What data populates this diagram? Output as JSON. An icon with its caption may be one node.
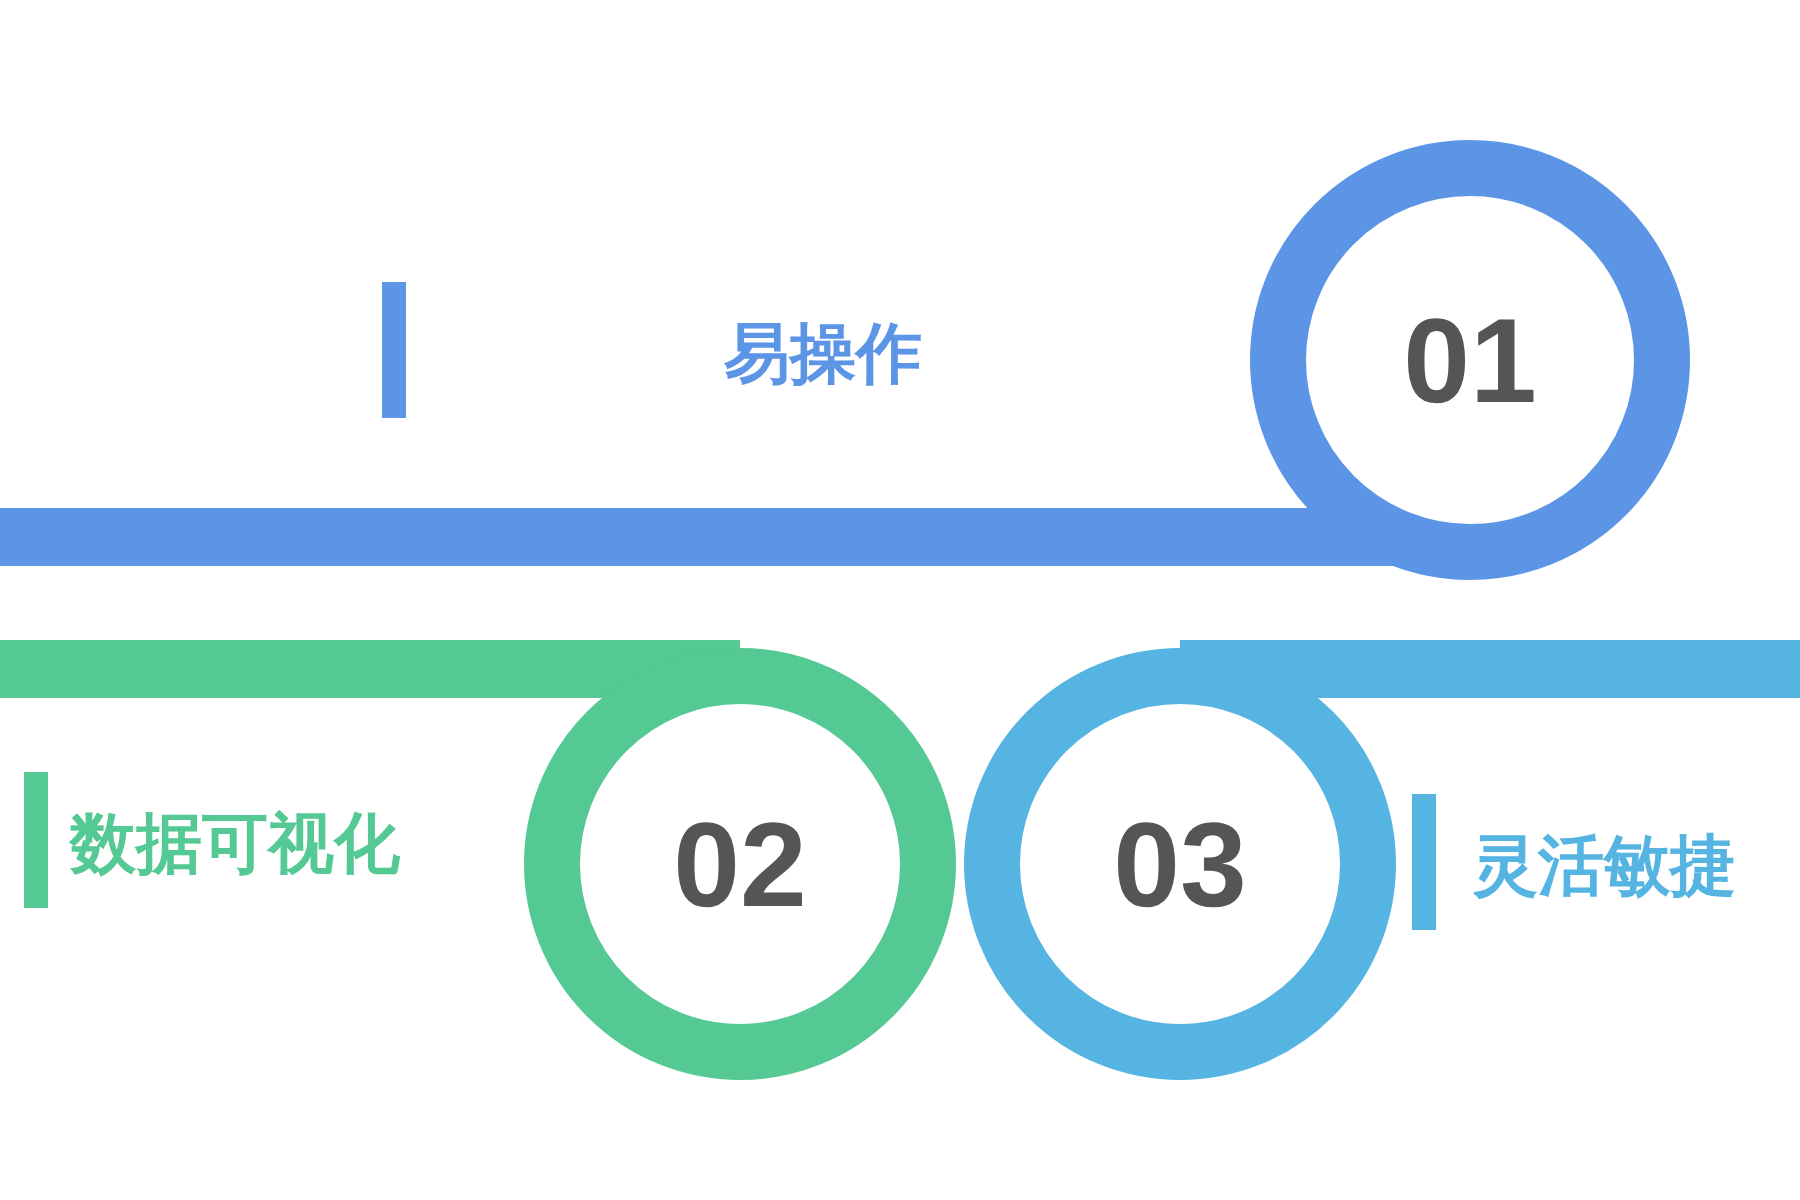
{
  "diagram": {
    "nodes": [
      {
        "text": [
          "01"
        ]
      },
      {
        "text": [
          "02"
        ]
      },
      {
        "text": [
          "03"
        ]
      }
    ],
    "labels": [
      "易操作",
      "数据可视化",
      "灵活敏捷"
    ]
  }
}
